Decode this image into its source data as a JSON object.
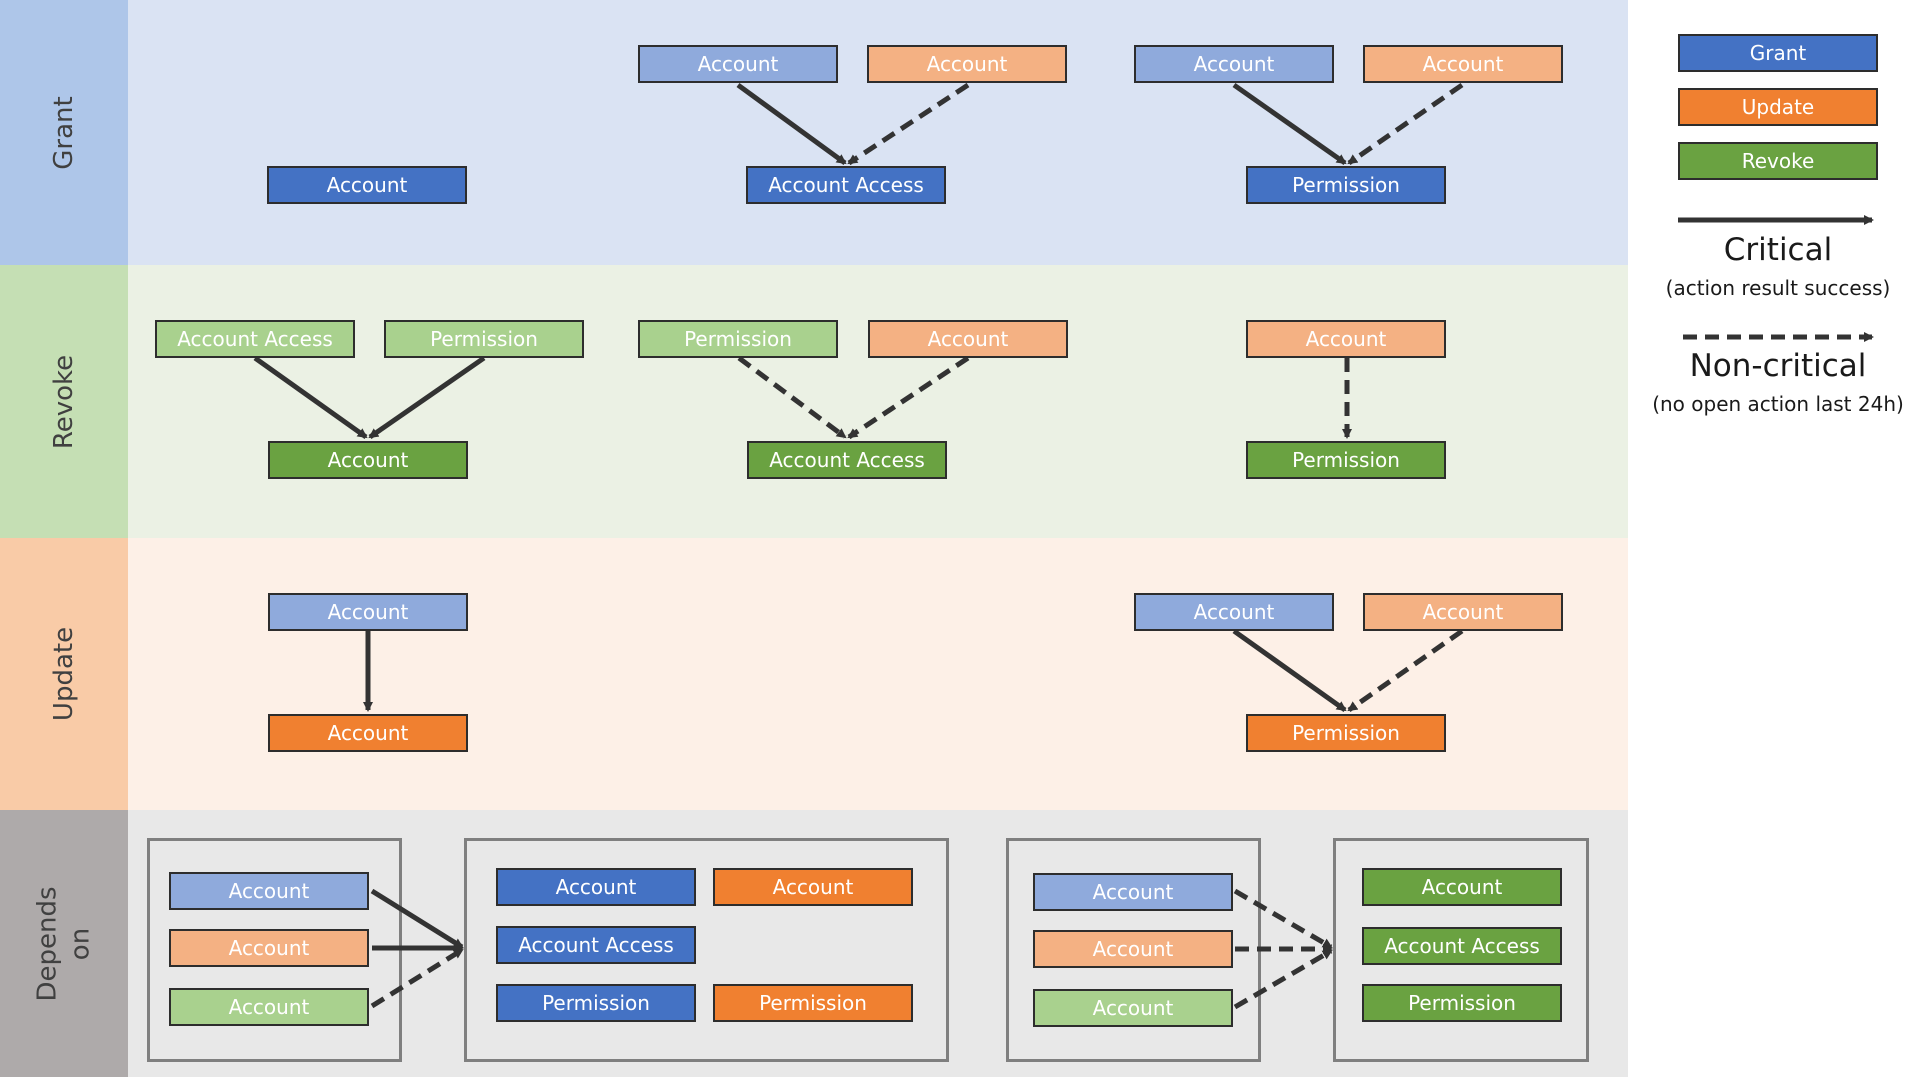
{
  "colors": {
    "grant": "#4472c4",
    "grant_light": "#8faadc",
    "update": "#f08030",
    "update_light": "#f4b183",
    "revoke": "#6aa241",
    "revoke_light": "#a9d18e",
    "band_grant": "#dae3f3",
    "band_grant_label": "#aec6e9",
    "band_revoke": "#ebf1e4",
    "band_revoke_label": "#c5dfb4",
    "band_update": "#fdf0e7",
    "band_update_label": "#f9cba7",
    "band_depends": "#e8e8e8",
    "band_depends_label": "#aeaaaa"
  },
  "rows": {
    "grant": "Grant",
    "revoke": "Revoke",
    "update": "Update",
    "depends": "Depends\non"
  },
  "grant": {
    "g1_target": "Account",
    "g2_source_a": "Account",
    "g2_source_b": "Account",
    "g2_target": "Account Access",
    "g3_source_a": "Account",
    "g3_source_b": "Account",
    "g3_target": "Permission"
  },
  "revoke": {
    "r1_source_a": "Account Access",
    "r1_source_b": "Permission",
    "r1_target": "Account",
    "r2_source_a": "Permission",
    "r2_source_b": "Account",
    "r2_target": "Account Access",
    "r3_source": "Account",
    "r3_target": "Permission"
  },
  "update": {
    "u1_source": "Account",
    "u1_target": "Account",
    "u2_source_a": "Account",
    "u2_source_b": "Account",
    "u2_target": "Permission"
  },
  "depends": {
    "left_sources": [
      "Account",
      "Account",
      "Account"
    ],
    "left_targets": [
      "Account",
      "Account",
      "Account Access",
      "Permission",
      "Permission"
    ],
    "right_sources": [
      "Account",
      "Account",
      "Account"
    ],
    "right_targets": [
      "Account",
      "Account Access",
      "Permission"
    ]
  },
  "legend": {
    "grant": "Grant",
    "update": "Update",
    "revoke": "Revoke",
    "critical_title": "Critical",
    "critical_sub": "(action result success)",
    "noncritical_title": "Non-critical",
    "noncritical_sub": "(no open action last 24h)"
  }
}
